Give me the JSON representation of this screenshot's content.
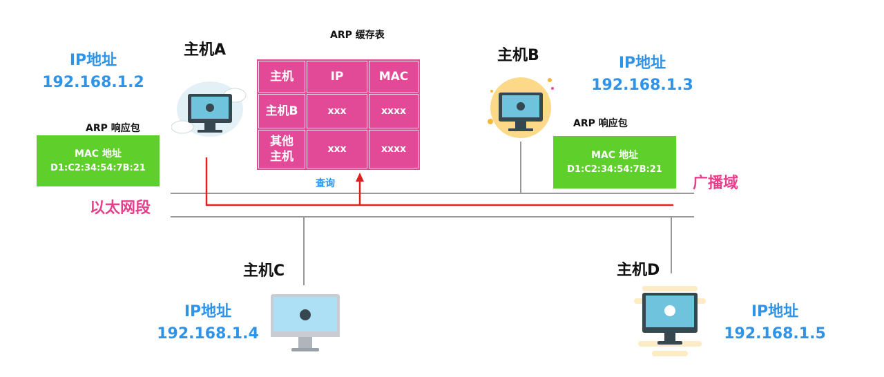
{
  "colors": {
    "ip_text": "#2f93e8",
    "pink_accent": "#e63f8c",
    "green_box": "#5fcf2c",
    "table_fill": "#e24a98",
    "request_line": "#e02020",
    "network_line": "#999999"
  },
  "hosts": {
    "a": {
      "name": "主机A",
      "ip_label": "IP地址",
      "ip": "192.168.1.2",
      "icon": "computer-cloud-icon",
      "response": {
        "caption": "ARP  响应包",
        "mac_label": "MAC 地址",
        "mac": "D1:C2:34:54:7B:21"
      }
    },
    "b": {
      "name": "主机B",
      "ip_label": "IP地址",
      "ip": "192.168.1.3",
      "icon": "computer-sun-icon",
      "response": {
        "caption": "ARP  响应包",
        "mac_label": "MAC 地址",
        "mac": "D1:C2:34:54:7B:21"
      }
    },
    "c": {
      "name": "主机C",
      "ip_label": "IP地址",
      "ip": "192.168.1.4",
      "icon": "imac-icon"
    },
    "d": {
      "name": "主机D",
      "ip_label": "IP地址",
      "ip": "192.168.1.5",
      "icon": "computer-monitor-icon"
    }
  },
  "arp_table": {
    "title": "ARP  缓存表",
    "headers": [
      "主机",
      "IP",
      "MAC"
    ],
    "rows": [
      [
        "主机B",
        "xxx",
        "xxxx"
      ],
      [
        "其他\n主机",
        "xxx",
        "xxxx"
      ]
    ],
    "query_label": "查询"
  },
  "segment_label": "以太网段",
  "broadcast_label": "广播域"
}
